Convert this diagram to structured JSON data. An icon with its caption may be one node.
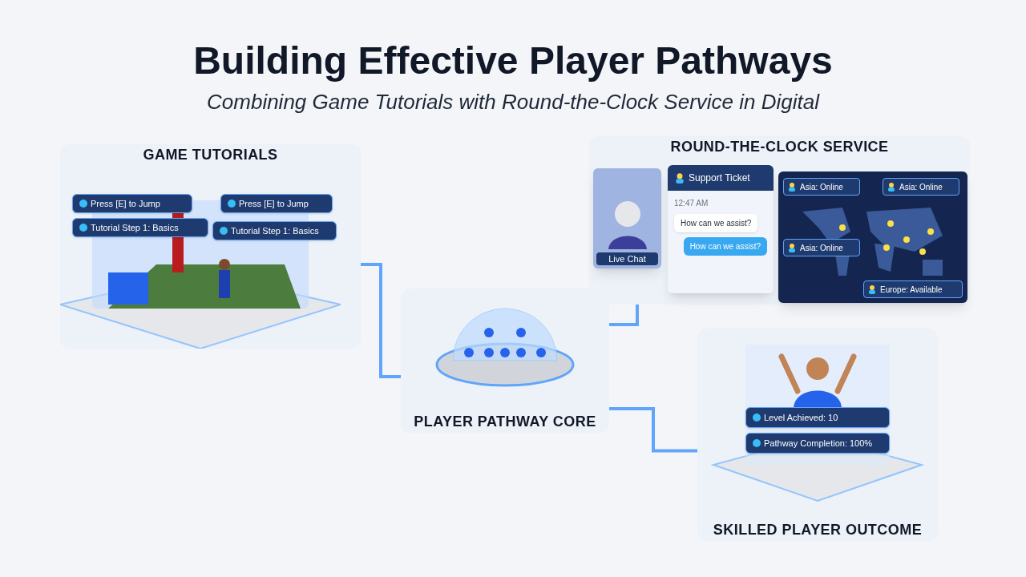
{
  "diagram": {
    "title": "Building Effective Player Pathways",
    "caption": "Combining Game Tutorials with Round-the-Clock Service in Digital",
    "nodes": [
      {
        "text": [
          "GAME TUTORIALS"
        ]
      },
      {
        "text": [
          "Press [E] to Jump"
        ],
        "in": 0
      },
      {
        "text": [
          "Tutorial Step 1: Basics"
        ],
        "in": 0
      },
      {
        "text": [
          "Press [E] to Jump"
        ],
        "in": 0
      },
      {
        "text": [
          "Tutorial Step 1: Basics"
        ],
        "in": 0
      },
      {
        "text": [
          "PLAYER PATHWAY CORE"
        ]
      },
      {
        "text": [
          "ROUND-THE-CLOCK SERVICE"
        ]
      },
      {
        "text": [
          "Live Chat"
        ],
        "in": 6
      },
      {
        "text": [
          "Support Ticket",
          "12:47 AM",
          "How can we assist?",
          "How can we assist?"
        ],
        "in": 6
      },
      {
        "text": [],
        "shape": "picture",
        "in": 6
      },
      {
        "text": [
          "Asia: Online"
        ],
        "in": 9
      },
      {
        "text": [
          "Asia: Online"
        ],
        "in": 9
      },
      {
        "text": [
          "Asia: Online"
        ],
        "in": 9
      },
      {
        "text": [
          "Europe: Available"
        ],
        "in": 9
      },
      {
        "text": [
          "SKILLED PLAYER OUTCOME"
        ]
      },
      {
        "text": [
          "Level Achieved: 10"
        ],
        "in": 14
      },
      {
        "text": [
          "Pathway Completion: 100%"
        ],
        "in": 14
      }
    ],
    "edges": [
      {
        "from": 0,
        "to": 5,
        "arrow": "none"
      },
      {
        "from": 5,
        "to": 6,
        "arrow": "none"
      },
      {
        "from": 5,
        "to": 14,
        "arrow": "none"
      }
    ]
  }
}
